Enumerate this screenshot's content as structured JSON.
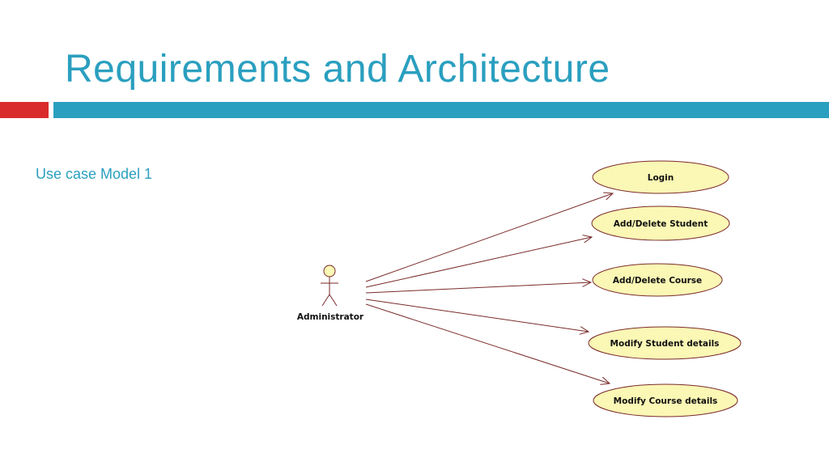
{
  "slide": {
    "title": "Requirements and Architecture",
    "subtitle": "Use case Model 1"
  },
  "colors": {
    "accent_blue": "#2b9fbf",
    "accent_red": "#d92b2b",
    "usecase_fill": "#fbf7b5",
    "usecase_stroke": "#7a2a2a",
    "arrow": "#7a2a2a"
  },
  "diagram": {
    "actor": {
      "name": "Administrator"
    },
    "use_cases": [
      {
        "label": "Login"
      },
      {
        "label": "Add/Delete Student"
      },
      {
        "label": "Add/Delete Course"
      },
      {
        "label": "Modify Student details"
      },
      {
        "label": "Modify Course details"
      }
    ]
  }
}
